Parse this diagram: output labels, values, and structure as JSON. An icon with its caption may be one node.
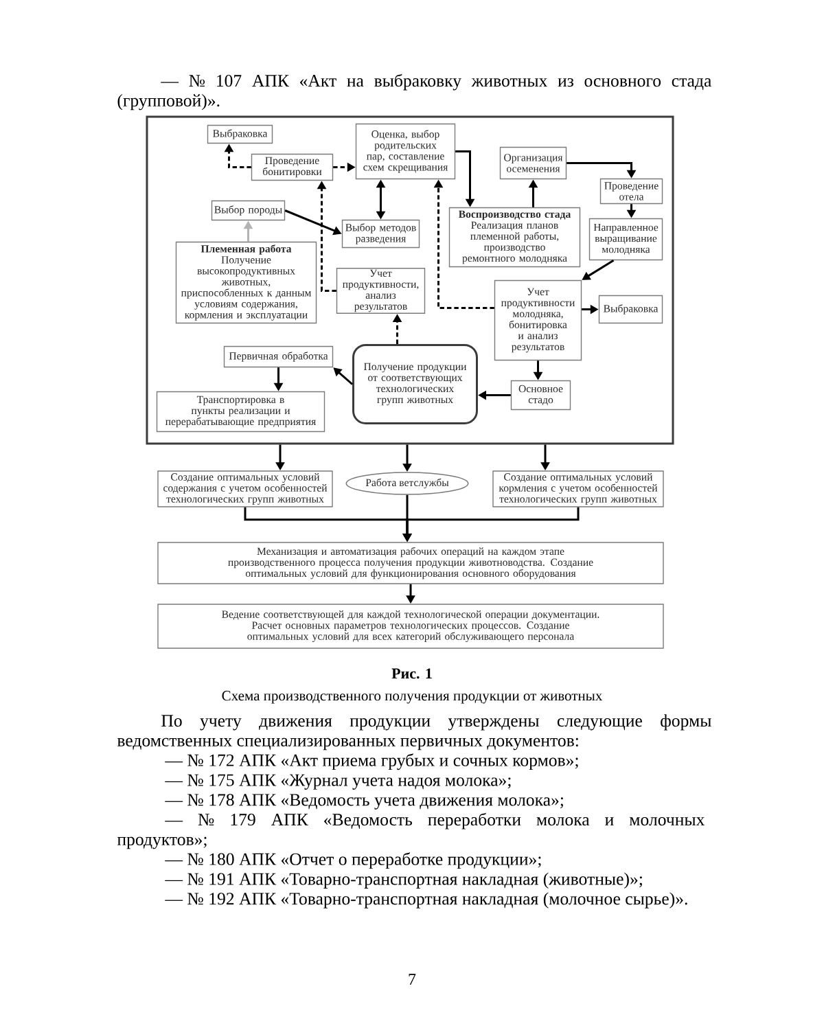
{
  "diagram": {
    "caption": "Схема производственного получения продукции от животных",
    "nodes": [
      {
        "text": [],
        "shape": "box"
      },
      {
        "text": [
          "Выбраковка"
        ],
        "in": 0
      },
      {
        "text": [
          "Проведение бонитировки"
        ],
        "in": 0
      },
      {
        "text": [
          "Оценка, выбор родительских пар, составление схем скрещивания"
        ],
        "in": 0
      },
      {
        "text": [
          "Организация осеменения"
        ],
        "in": 0
      },
      {
        "text": [
          "Проведение отела"
        ],
        "in": 0
      },
      {
        "text": [
          "Выбор породы"
        ],
        "in": 0
      },
      {
        "text": [
          "Выбор методов разведения"
        ],
        "in": 0
      },
      {
        "text": [
          "Воспроизводство стада",
          "Реализация планов племенной работы, производство ремонтного молодняка"
        ],
        "in": 0
      },
      {
        "text": [
          "Направленное выращивание молодняка"
        ],
        "in": 0
      },
      {
        "text": [
          "Племенная работа",
          "Получение высокопродуктивных животных, приспособленных к данным условиям содержания, кормления и эксплуатации"
        ],
        "in": 0
      },
      {
        "text": [
          "Учет продуктивности, анализ результатов"
        ],
        "in": 0
      },
      {
        "text": [
          "Учет продуктивности молодняка, бонитировка и анализ результатов"
        ],
        "in": 0
      },
      {
        "text": [
          "Выбраковка"
        ],
        "in": 0
      },
      {
        "text": [
          "Первичная обработка"
        ],
        "in": 0
      },
      {
        "text": [
          "Получение продукции от соответствующих технологических групп животных"
        ],
        "in": 0
      },
      {
        "text": [
          "Основное стадо"
        ],
        "in": 0
      },
      {
        "text": [
          "Транспортировка в пункты реализации и перерабатывающие предприятия"
        ],
        "in": 0
      },
      {
        "text": [
          "Создание оптимальных условий содержания с учетом особенностей технологических групп животных"
        ]
      },
      {
        "text": [
          "Работа ветслужбы"
        ]
      },
      {
        "text": [
          "Создание оптимальных условий кормления с учетом особенностей технологических групп животных"
        ]
      },
      {
        "text": [
          "Механизация и автоматизация рабочих операций на каждом этапе производственного процесса получения продукции животноводства. Создание оптимальных условий для функционирования основного оборудования"
        ]
      },
      {
        "text": [
          "Ведение соответствующей для каждой технологической операции документации. Расчет основных параметров технологических процессов. Создание оптимальных условий для всех категорий обслуживающего персонала"
        ]
      }
    ],
    "edges": [
      {
        "from": 2,
        "to": 1,
        "arrow": "to",
        "style": "dashed"
      },
      {
        "from": 2,
        "to": 3,
        "arrow": "to",
        "style": "dashed"
      },
      {
        "from": 3,
        "to": 7,
        "arrow": "both"
      },
      {
        "from": 6,
        "to": 7,
        "arrow": "to"
      },
      {
        "from": 10,
        "to": 6,
        "arrow": "to",
        "color": "#b3b3b3"
      },
      {
        "from": 11,
        "to": 2,
        "arrow": "to",
        "style": "dashed"
      },
      {
        "from": 3,
        "to": 8,
        "arrow": "to"
      },
      {
        "from": 8,
        "to": 4,
        "arrow": "to"
      },
      {
        "from": 4,
        "to": 5,
        "arrow": "to"
      },
      {
        "from": 5,
        "to": 9,
        "arrow": "to"
      },
      {
        "from": 9,
        "to": 12,
        "arrow": "to"
      },
      {
        "from": 12,
        "to": 13,
        "arrow": "to"
      },
      {
        "from": 12,
        "to": 3,
        "arrow": "to",
        "style": "dashed"
      },
      {
        "from": 12,
        "to": 16,
        "arrow": "to"
      },
      {
        "from": 16,
        "to": 15,
        "arrow": "to"
      },
      {
        "from": 15,
        "to": 11,
        "arrow": "to",
        "style": "dashed"
      },
      {
        "from": 15,
        "to": 14,
        "arrow": "to"
      },
      {
        "from": 14,
        "to": 17,
        "arrow": "to"
      },
      {
        "from": 0,
        "to": 18,
        "arrow": "to"
      },
      {
        "from": 0,
        "to": 19,
        "arrow": "to"
      },
      {
        "from": 0,
        "to": 20,
        "arrow": "to"
      },
      {
        "from": 18,
        "to": 21,
        "arrow": "to"
      },
      {
        "from": 19,
        "to": 21,
        "arrow": "to"
      },
      {
        "from": 20,
        "to": 21,
        "arrow": "to"
      },
      {
        "from": 21,
        "to": 22,
        "arrow": "to"
      }
    ],
    "labels": [
      "— № 107 АПК «Акт на выбраковку животных из основного стада (групповой)».",
      "Рис. 1",
      "По учету движения продукции утверждены следующие формы ведомственных специализированных первичных документов:",
      "— № 172 АПК «Акт приема грубых и сочных кормов»;",
      "— № 175 АПК «Журнал учета надоя молока»;",
      "— № 178 АПК «Ведомость учета движения молока»;",
      "— № 179 АПК «Ведомость переработки молока и молочных продуктов»;",
      "— № 180 АПК «Отчет о переработке продукции»;",
      "— № 191 АПК «Товарно-транспортная накладная (животные)»;",
      "— № 192 АПК «Товарно-транспортная накладная (молочное сырье)».",
      "7"
    ]
  }
}
